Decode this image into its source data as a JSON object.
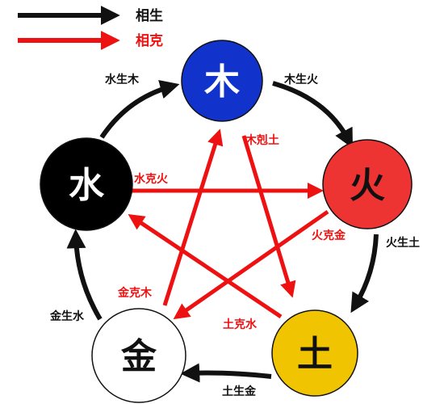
{
  "legend": {
    "generate_label": "相生",
    "overcome_label": "相克"
  },
  "colors": {
    "generate": "#111111",
    "overcome": "#ee1111",
    "wood": "#1133cc",
    "fire": "#ee3333",
    "earth": "#f0c400",
    "metal": "#ffffff",
    "water": "#000000"
  },
  "nodes": {
    "wood": "木",
    "fire": "火",
    "earth": "土",
    "metal": "金",
    "water": "水"
  },
  "generate_edges": {
    "wood_fire": "木生火",
    "fire_earth": "火生土",
    "earth_metal": "土生金",
    "metal_water": "金生水",
    "water_wood": "水生木"
  },
  "overcome_edges": {
    "wood_earth": "木剋土",
    "earth_water": "土克水",
    "water_fire": "水克火",
    "fire_metal": "火克金",
    "metal_wood": "金克木"
  }
}
